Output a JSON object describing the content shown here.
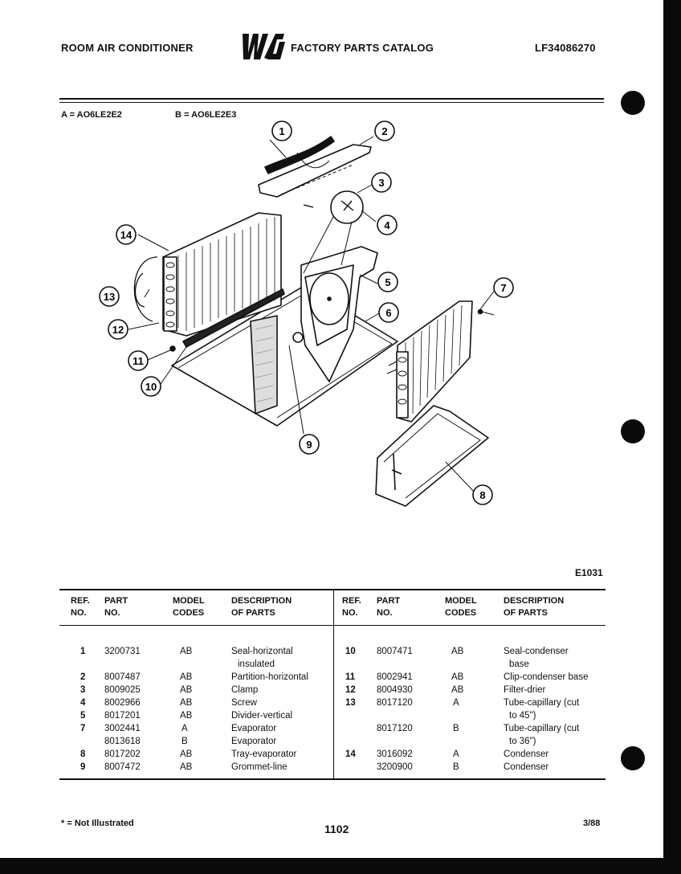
{
  "header": {
    "left": "ROOM AIR CONDITIONER",
    "brand": "WCI",
    "center": "FACTORY PARTS CATALOG",
    "right": "LF34086270"
  },
  "models": {
    "a": "A = AO6LE2E2",
    "b": "B = AO6LE2E3"
  },
  "diagram": {
    "figure_ref": "E1031",
    "callouts": [
      "1",
      "2",
      "3",
      "4",
      "5",
      "6",
      "7",
      "8",
      "9",
      "10",
      "11",
      "12",
      "13",
      "14"
    ]
  },
  "table": {
    "headers": {
      "ref1": "REF.",
      "ref2": "NO.",
      "part1": "PART",
      "part2": "NO.",
      "model1": "MODEL",
      "model2": "CODES",
      "desc1": "DESCRIPTION",
      "desc2": "OF PARTS"
    },
    "left_rows": [
      {
        "ref": "1",
        "part": "3200731",
        "model": "AB",
        "desc": "Seal-horizontal",
        "desc2": "insulated"
      },
      {
        "ref": "2",
        "part": "8007487",
        "model": "AB",
        "desc": "Partition-horizontal",
        "desc2": ""
      },
      {
        "ref": "3",
        "part": "8009025",
        "model": "AB",
        "desc": "Clamp",
        "desc2": ""
      },
      {
        "ref": "4",
        "part": "8002966",
        "model": "AB",
        "desc": "Screw",
        "desc2": ""
      },
      {
        "ref": "5",
        "part": "8017201",
        "model": "AB",
        "desc": "Divider-vertical",
        "desc2": ""
      },
      {
        "ref": "7",
        "part": "3002441",
        "model": "A",
        "desc": "Evaporator",
        "desc2": ""
      },
      {
        "ref": "",
        "part": "8013618",
        "model": "B",
        "desc": "Evaporator",
        "desc2": ""
      },
      {
        "ref": "8",
        "part": "8017202",
        "model": "AB",
        "desc": "Tray-evaporator",
        "desc2": ""
      },
      {
        "ref": "9",
        "part": "8007472",
        "model": "AB",
        "desc": "Grommet-line",
        "desc2": ""
      }
    ],
    "right_rows": [
      {
        "ref": "10",
        "part": "8007471",
        "model": "AB",
        "desc": "Seal-condenser",
        "desc2": "base"
      },
      {
        "ref": "11",
        "part": "8002941",
        "model": "AB",
        "desc": "Clip-condenser base",
        "desc2": ""
      },
      {
        "ref": "12",
        "part": "8004930",
        "model": "AB",
        "desc": "Filter-drier",
        "desc2": ""
      },
      {
        "ref": "13",
        "part": "8017120",
        "model": "A",
        "desc": "Tube-capillary (cut",
        "desc2": "to 45\")"
      },
      {
        "ref": "",
        "part": "8017120",
        "model": "B",
        "desc": "Tube-capillary (cut",
        "desc2": "to 36\")"
      },
      {
        "ref": "14",
        "part": "3016092",
        "model": "A",
        "desc": "Condenser",
        "desc2": ""
      },
      {
        "ref": "",
        "part": "3200900",
        "model": "B",
        "desc": "Condenser",
        "desc2": ""
      }
    ]
  },
  "footer": {
    "note": "* = Not Illustrated",
    "page": "1102",
    "date": "3/88"
  }
}
